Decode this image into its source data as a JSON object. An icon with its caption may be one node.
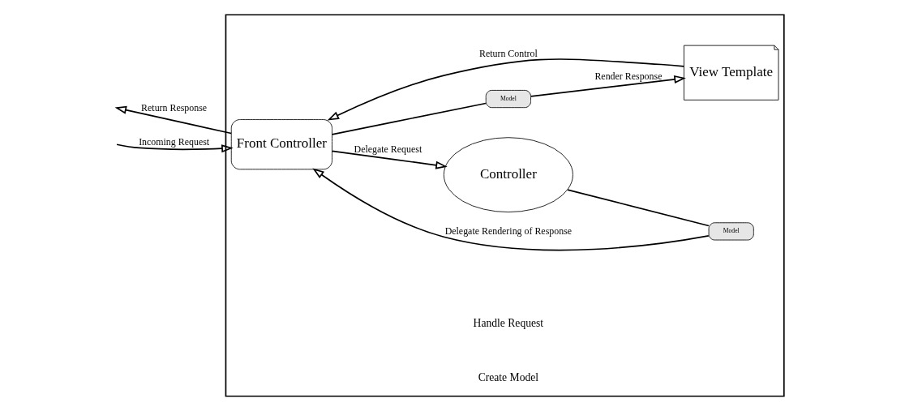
{
  "diagram": {
    "nodes": [
      {
        "text": [],
        "shape": "box"
      },
      {
        "text": [
          "Front Controller"
        ],
        "in": 0
      },
      {
        "text": [
          "Controller"
        ],
        "in": 0,
        "beside": [
          "Handle Request",
          "Create Model"
        ]
      },
      {
        "text": [
          "Model"
        ],
        "in": 0
      },
      {
        "text": [
          "Model"
        ],
        "in": 0
      },
      {
        "text": [
          "View Template"
        ],
        "in": 0
      }
    ],
    "edges": [
      {
        "from": 1,
        "to": null,
        "arrow": "to",
        "label": "Return Response"
      },
      {
        "from": null,
        "to": 1,
        "arrow": "to",
        "label": "Incoming Request"
      },
      {
        "from": 1,
        "to": 2,
        "arrow": "to",
        "label": "Delegate Request"
      },
      {
        "from": 2,
        "to": 3,
        "arrow": "none"
      },
      {
        "from": 3,
        "to": 1,
        "arrow": "to",
        "label": "Delegate Rendering of Response"
      },
      {
        "from": 1,
        "to": 4,
        "arrow": "none"
      },
      {
        "from": 4,
        "to": 5,
        "arrow": "to",
        "label": "Render Response"
      },
      {
        "from": 5,
        "to": 1,
        "arrow": "to",
        "label": "Return Control"
      }
    ]
  }
}
